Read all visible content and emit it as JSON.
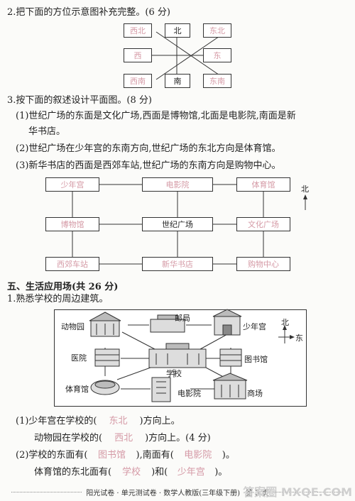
{
  "q2": {
    "title": "2.把下面的方位示意图补充完整。(6 分)",
    "nw": "西北",
    "n": "北",
    "ne": "东北",
    "w": "西",
    "e": "东",
    "sw": "西南",
    "s": "南",
    "se": "东南"
  },
  "q3": {
    "title": "3.按下面的叙述设计平面图。(8 分)",
    "line1a": "(1)世纪广场的东面是文化广场,西面是博物馆,北面是电影院,南面是新",
    "line1b": "华书店。",
    "line2": "(2)世纪广场在少年宫的东南方向,世纪广场的东北方向是体育馆。",
    "line3": "(3)新华书店的西面是西郊车站,世纪广场的东南方向是购物中心。",
    "boxes": {
      "b1": "少年宫",
      "b2": "电影院",
      "b3": "体育馆",
      "b4": "博物馆",
      "b5": "世纪广场",
      "b6": "文化广场",
      "b7": "西郊车站",
      "b8": "新华书店",
      "b9": "购物中心"
    },
    "north": "北"
  },
  "section5": {
    "title": "五、生活应用场(共 26 分)",
    "q1title": "1.熟悉学校的周边建筑。",
    "map": {
      "zoo": "动物园",
      "post": "邮局",
      "youth": "少年宫",
      "hospital": "医院",
      "library": "图书馆",
      "school": "学校",
      "gym": "体育馆",
      "cinema": "电影院",
      "mall": "商场",
      "north": "北",
      "east": "东"
    },
    "a1_pre": "(1)少年宫在学校的(",
    "a1_ans": "东北",
    "a1_post": ")方向上。",
    "a2_pre": "动物园在学校的(",
    "a2_ans": "西北",
    "a2_post": ")方向上。(4 分)",
    "b1_pre": "(2)学校的东面有(",
    "b1_ans": "图书馆",
    "b1_mid": "),南面有(",
    "b1_ans2": "电影院",
    "b1_post": ")。",
    "b2_pre": "体育馆的东北面有(",
    "b2_ans": "学校",
    "b2_mid": ")和(",
    "b2_ans2": "少年宫",
    "b2_post": ")。"
  },
  "footer": {
    "text": "阳光试卷 · 单元测试卷 · 数学人教版(三年级下册)",
    "page": "第 3 页"
  },
  "watermark": "答案圈 MXQE.COM"
}
